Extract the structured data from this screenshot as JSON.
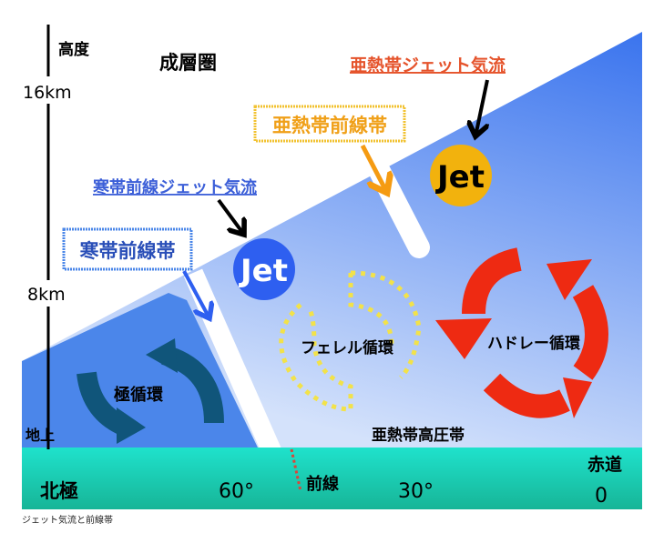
{
  "axis": {
    "title": "高度",
    "km16": "16km",
    "km8": "8km",
    "ground": "地上"
  },
  "stratosphere": "成層圏",
  "labels": {
    "subtropical_jet": "亜熱帯ジェット気流",
    "subtropical_front": "亜熱帯前線帯",
    "polar_front_jet": "寒帯前線ジェット気流",
    "polar_front": "寒帯前線帯",
    "jet": "Jet",
    "polar_cell": "極循環",
    "ferrel_cell": "フェレル循環",
    "hadley_cell": "ハドレー循環",
    "subtropical_high": "亜熱帯高圧帯"
  },
  "ground": {
    "north_pole": "北極",
    "lat60": "60°",
    "front": "前線",
    "lat30": "30°",
    "equator": "赤道",
    "zero": "0"
  },
  "caption": "ジェット気流と前線帯",
  "colors": {
    "polar_jet": "#2e5ff0",
    "subtropical_jet": "#f2b20d",
    "hadley": "#ee2a12",
    "polar": "#10557a",
    "ferrel": "#f2e24a",
    "ground": "#1dd8c0"
  }
}
